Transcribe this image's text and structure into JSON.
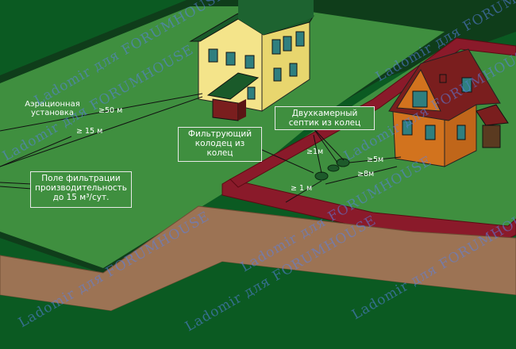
{
  "labels": {
    "aeration_unit": "Аэрационная установка",
    "filter_field": "Поле фильтрации производительность до 15 м³/сут.",
    "filter_well": "Фильтрующий колодец из колец",
    "septic": "Двухкамерный септик из колец"
  },
  "dimensions": {
    "d50": "≥50 м",
    "d15": "≥ 15 м",
    "d1a": "≥1м",
    "d1b": "≥ 1 м",
    "d5": "≥5м",
    "d8": "≥8м"
  },
  "watermark": "Ladomir для FORUMHOUSE",
  "colors": {
    "lawn": "#3f8f3f",
    "dark_green": "#0b5a22",
    "fence": "#8a1a2a",
    "path": "#9c7354",
    "house_wall": "#f4e48a",
    "house_roof": "#1a5a2a",
    "cottage_wall": "#d2731e",
    "cottage_roof": "#7a1e1e"
  }
}
